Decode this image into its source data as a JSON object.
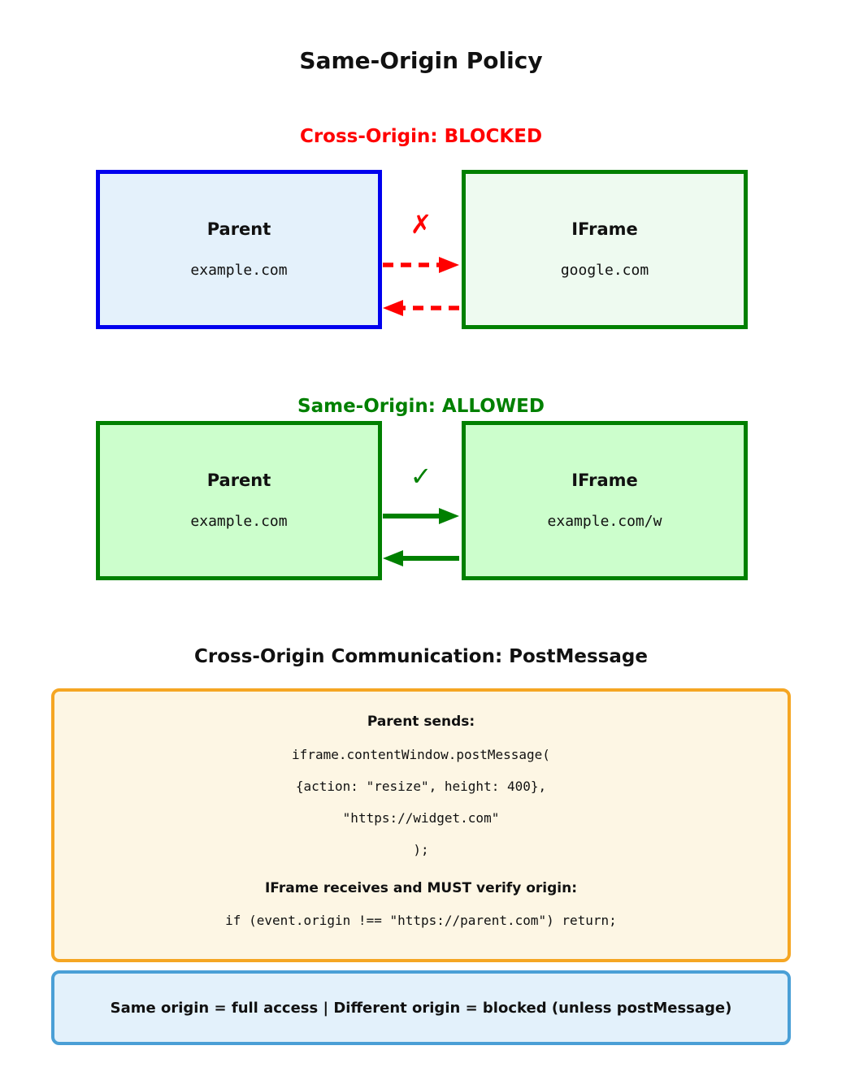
{
  "title": "Same-Origin Policy",
  "sections": {
    "blocked": {
      "heading": "Cross-Origin: BLOCKED",
      "mark": "✗",
      "parent": {
        "title": "Parent",
        "origin": "example.com"
      },
      "iframe": {
        "title": "IFrame",
        "origin": "google.com"
      }
    },
    "allowed": {
      "heading": "Same-Origin: ALLOWED",
      "mark": "✓",
      "parent": {
        "title": "Parent",
        "origin": "example.com"
      },
      "iframe": {
        "title": "IFrame",
        "origin": "example.com/w"
      }
    },
    "postmessage": {
      "heading": "Cross-Origin Communication: PostMessage",
      "parent_sends_label": "Parent sends:",
      "code_lines": [
        "iframe.contentWindow.postMessage(",
        "{action: \"resize\", height: 400},",
        "\"https://widget.com\"",
        ");"
      ],
      "receive_label": "IFrame receives and MUST verify origin:",
      "receive_code": "if (event.origin !== \"https://parent.com\") return;"
    },
    "summary": {
      "text": "Same origin = full access | Different origin = blocked (unless postMessage)"
    }
  },
  "colors": {
    "blocked_heading": "#ff0000",
    "allowed_heading": "#008000",
    "parent_box_border_blocked": "#0000ee",
    "parent_box_fill_blocked": "#e4f1fb",
    "iframe_box_border": "#008000",
    "iframe_box_fill_blocked": "#eefaf0",
    "same_origin_box_fill": "#ccfecc",
    "blocked_arrow": "#ff0000",
    "allowed_arrow": "#008000",
    "postmessage_panel_border": "#f5a623",
    "postmessage_panel_fill": "#fdf6e4",
    "summary_panel_border": "#4a9fd6",
    "summary_panel_fill": "#e3f1fb"
  }
}
